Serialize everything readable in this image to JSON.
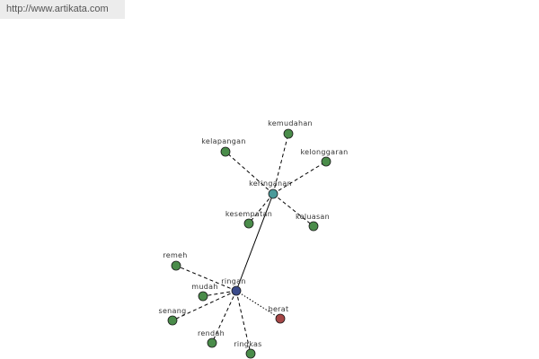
{
  "watermark": "http://www.artikata.com",
  "colors": {
    "synonym": "#4a8c4a",
    "hub": "#4a9a9a",
    "center": "#3a4a8a",
    "antonym": "#a64646"
  },
  "nodes": [
    {
      "id": "ringan",
      "label": "ringan",
      "kind": "center"
    },
    {
      "id": "keringanan",
      "label": "keringanan",
      "kind": "hub"
    },
    {
      "id": "kemudahan",
      "label": "kemudahan",
      "kind": "synonym"
    },
    {
      "id": "kelapangan",
      "label": "kelapangan",
      "kind": "synonym"
    },
    {
      "id": "kelonggaran",
      "label": "kelonggaran",
      "kind": "synonym"
    },
    {
      "id": "kesempatan",
      "label": "kesempatan",
      "kind": "synonym"
    },
    {
      "id": "keluasan",
      "label": "keluasan",
      "kind": "synonym"
    },
    {
      "id": "remeh",
      "label": "remeh",
      "kind": "synonym"
    },
    {
      "id": "mudah",
      "label": "mudah",
      "kind": "synonym"
    },
    {
      "id": "senang",
      "label": "senang",
      "kind": "synonym"
    },
    {
      "id": "rendah",
      "label": "rendah",
      "kind": "synonym"
    },
    {
      "id": "ringkas",
      "label": "ringkas",
      "kind": "synonym"
    },
    {
      "id": "berat",
      "label": "berat",
      "kind": "antonym"
    }
  ],
  "edges": [
    {
      "from": "ringan",
      "to": "keringanan",
      "style": "solid"
    },
    {
      "from": "keringanan",
      "to": "kemudahan",
      "style": "dashed"
    },
    {
      "from": "keringanan",
      "to": "kelapangan",
      "style": "dashed"
    },
    {
      "from": "keringanan",
      "to": "kelonggaran",
      "style": "dashed"
    },
    {
      "from": "keringanan",
      "to": "kesempatan",
      "style": "dashed"
    },
    {
      "from": "keringanan",
      "to": "keluasan",
      "style": "dashed"
    },
    {
      "from": "ringan",
      "to": "remeh",
      "style": "dashed"
    },
    {
      "from": "ringan",
      "to": "mudah",
      "style": "dashed"
    },
    {
      "from": "ringan",
      "to": "senang",
      "style": "dashed"
    },
    {
      "from": "ringan",
      "to": "rendah",
      "style": "dashed"
    },
    {
      "from": "ringan",
      "to": "ringkas",
      "style": "dashed"
    },
    {
      "from": "ringan",
      "to": "berat",
      "style": "dotted"
    }
  ]
}
